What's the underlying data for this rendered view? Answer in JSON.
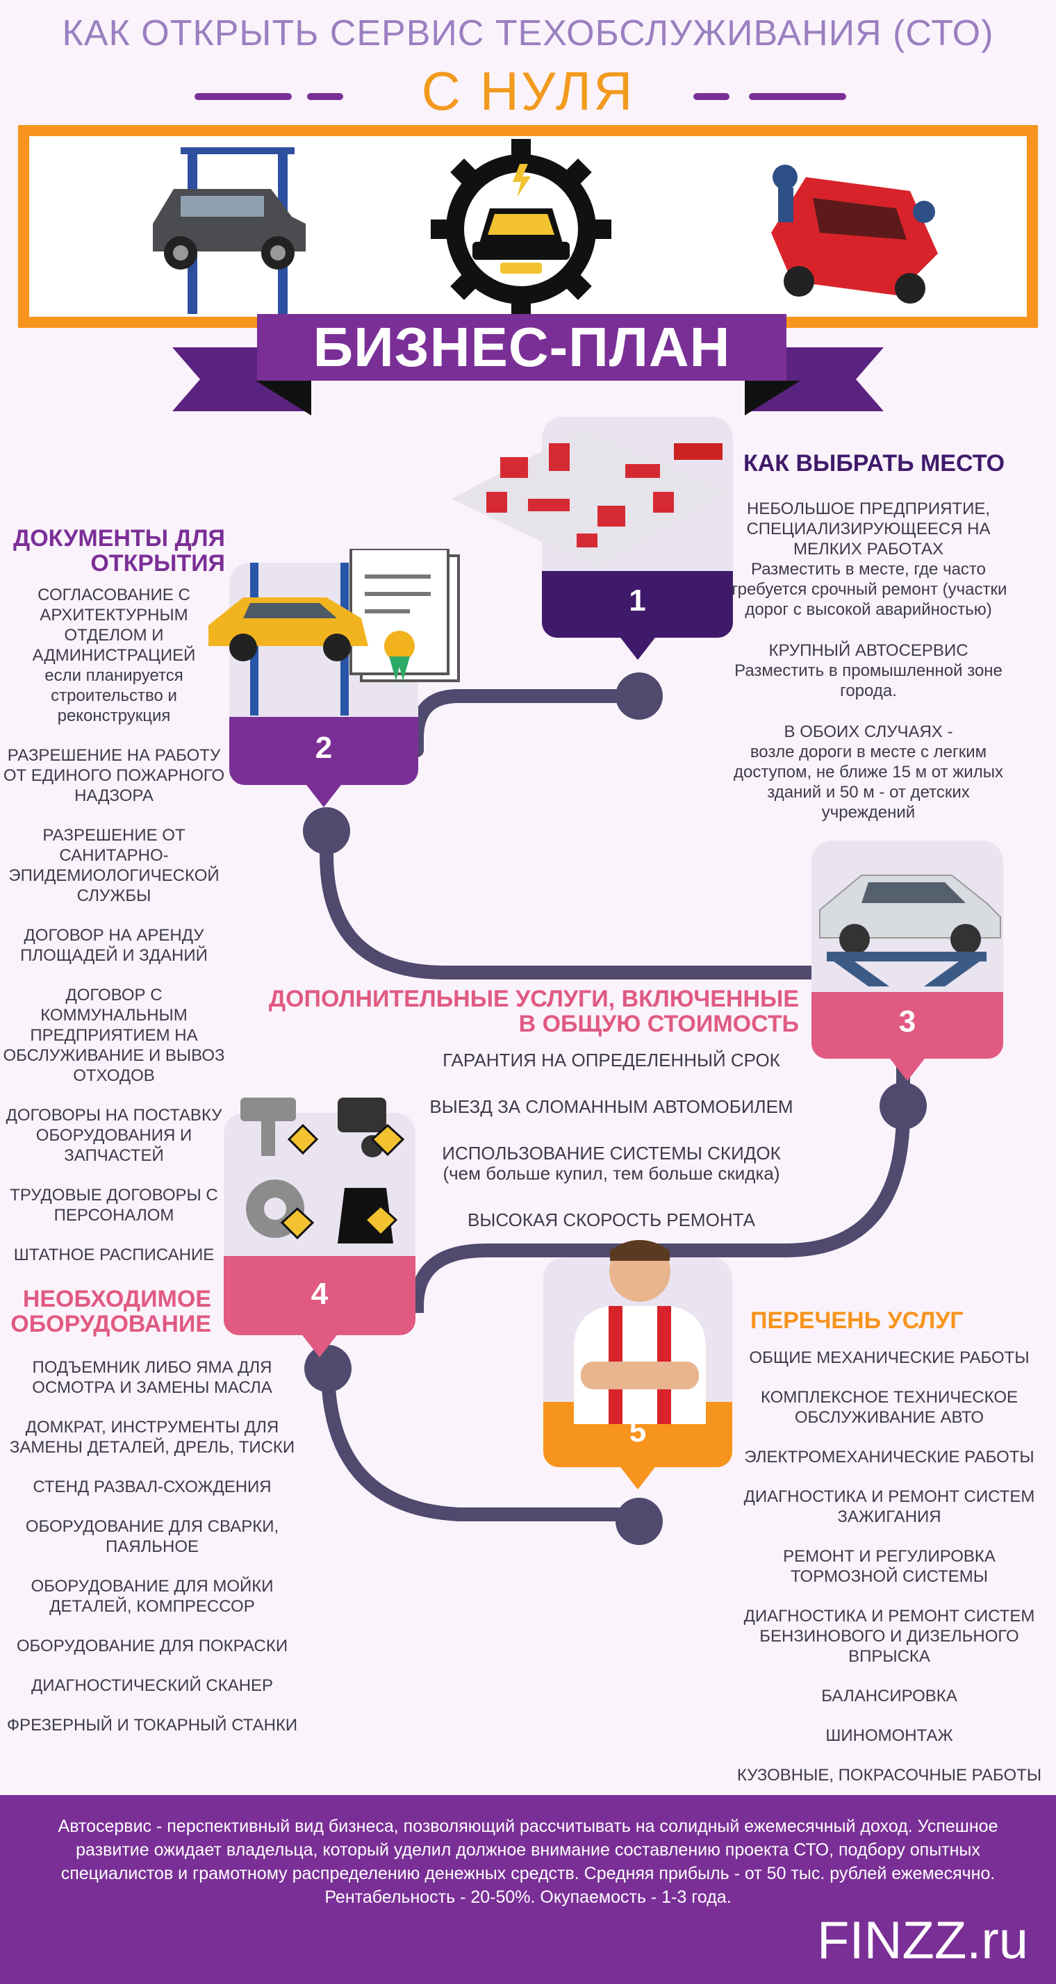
{
  "header": {
    "title_line1": "КАК ОТКРЫТЬ СЕРВИС ТЕХОБСЛУЖИВАНИЯ (СТО)",
    "title_line2": "С НУЛЯ"
  },
  "banner": {
    "label": "БИЗНЕС-ПЛАН"
  },
  "colors": {
    "purple": "#7a2f96",
    "dark_purple": "#3f1a6a",
    "orange": "#f7941d",
    "pink": "#e05a82",
    "path": "#4f4a6e",
    "title_lilac": "#9b7fc0"
  },
  "steps": [
    {
      "number": "1",
      "title": "КАК ВЫБРАТЬ МЕСТО",
      "items": [
        "НЕБОЛЬШОЕ ПРЕДПРИЯТИЕ, СПЕЦИАЛИЗИРУЮЩЕЕСЯ НА МЕЛКИХ РАБОТАХ",
        "Разместить в месте, где часто требуется срочный ремонт (участки дорог с высокой аварийностью)",
        "КРУПНЫЙ АВТОСЕРВИС",
        "Разместить в промышленной зоне города.",
        "В ОБОИХ СЛУЧАЯХ -",
        "возле дороги в месте с легким доступом, не ближе 15 м от жилых зданий и 50 м - от детских учреждений"
      ]
    },
    {
      "number": "2",
      "title": "ДОКУМЕНТЫ ДЛЯ ОТКРЫТИЯ",
      "items": [
        "СОГЛАСОВАНИЕ С АРХИТЕКТУРНЫМ ОТДЕЛОМ И АДМИНИСТРАЦИЕЙ",
        "если планируется строительство и реконструкция",
        "РАЗРЕШЕНИЕ НА РАБОТУ ОТ ЕДИНОГО ПОЖАРНОГО НАДЗОРА",
        "РАЗРЕШЕНИЕ ОТ САНИТАРНО-ЭПИДЕМИОЛОГИЧЕСКОЙ СЛУЖБЫ",
        "ДОГОВОР НА АРЕНДУ ПЛОЩАДЕЙ И ЗДАНИЙ",
        "ДОГОВОР С КОММУНАЛЬНЫМ ПРЕДПРИЯТИЕМ НА ОБСЛУЖИВАНИЕ И ВЫВОЗ ОТХОДОВ",
        "ДОГОВОРЫ НА ПОСТАВКУ ОБОРУДОВАНИЯ И ЗАПЧАСТЕЙ",
        "ТРУДОВЫЕ ДОГОВОРЫ С ПЕРСОНАЛОМ",
        "ШТАТНОЕ РАСПИСАНИЕ"
      ]
    },
    {
      "number": "3",
      "title": "ДОПОЛНИТЕЛЬНЫЕ УСЛУГИ, ВКЛЮЧЕННЫЕ В ОБЩУЮ СТОИМОСТЬ",
      "items": [
        "ГАРАНТИЯ НА ОПРЕДЕЛЕННЫЙ СРОК",
        "ВЫЕЗД ЗА СЛОМАННЫМ АВТОМОБИЛЕМ",
        "ИСПОЛЬЗОВАНИЕ СИСТЕМЫ СКИДОК",
        "(чем больше купил, тем больше скидка)",
        "ВЫСОКАЯ СКОРОСТЬ РЕМОНТА"
      ]
    },
    {
      "number": "4",
      "title": "НЕОБХОДИМОЕ ОБОРУДОВАНИЕ",
      "items": [
        "ПОДЪЕМНИК ЛИБО ЯМА ДЛЯ ОСМОТРА И ЗАМЕНЫ МАСЛА",
        "ДОМКРАТ, ИНСТРУМЕНТЫ ДЛЯ ЗАМЕНЫ ДЕТАЛЕЙ, ДРЕЛЬ, ТИСКИ",
        "СТЕНД РАЗВАЛ-СХОЖДЕНИЯ",
        "ОБОРУДОВАНИЕ ДЛЯ СВАРКИ, ПАЯЛЬНОЕ",
        "ОБОРУДОВАНИЕ ДЛЯ МОЙКИ ДЕТАЛЕЙ, КОМПРЕССОР",
        "ОБОРУДОВАНИЕ ДЛЯ ПОКРАСКИ",
        "ДИАГНОСТИЧЕСКИЙ СКАНЕР",
        "ФРЕЗЕРНЫЙ И ТОКАРНЫЙ СТАНКИ"
      ]
    },
    {
      "number": "5",
      "title": "ПЕРЕЧЕНЬ УСЛУГ",
      "items": [
        "ОБЩИЕ МЕХАНИЧЕСКИЕ РАБОТЫ",
        "КОМПЛЕКСНОЕ ТЕХНИЧЕСКОЕ ОБСЛУЖИВАНИЕ АВТО",
        "ЭЛЕКТРОМЕХАНИЧЕСКИЕ РАБОТЫ",
        "ДИАГНОСТИКА И РЕМОНТ СИСТЕМ ЗАЖИГАНИЯ",
        "РЕМОНТ И РЕГУЛИРОВКА ТОРМОЗНОЙ СИСТЕМЫ",
        "ДИАГНОСТИКА И РЕМОНТ СИСТЕМ БЕНЗИНОВОГО И ДИЗЕЛЬНОГО ВПРЫСКА",
        "БАЛАНСИРОВКА",
        "ШИНОМОНТАЖ",
        "КУЗОВНЫЕ, ПОКРАСОЧНЫЕ РАБОТЫ"
      ]
    }
  ],
  "footer": {
    "text": "Автосервис - перспективный вид бизнеса, позволяющий рассчитывать на солидный ежемесячный доход. Успешное развитие ожидает владельца, который уделил должное внимание составлению проекта СТО, подбору опытных специалистов и грамотному распределению денежных средств. Средняя прибыль - от 50 тыс. рублей ежемесячно. Рентабельность - 20-50%. Окупаемость - 1-3 года.",
    "brand": "FINZZ.ru"
  }
}
